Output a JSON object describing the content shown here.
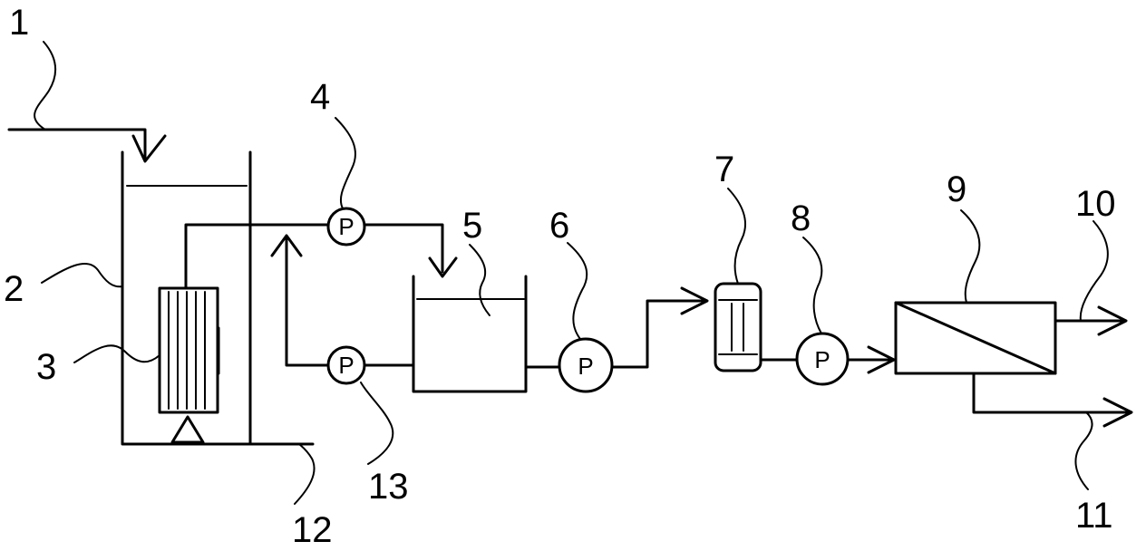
{
  "diagram": {
    "pump_symbol": "P",
    "labels": {
      "n1": "1",
      "n2": "2",
      "n3": "3",
      "n4": "4",
      "n5": "5",
      "n6": "6",
      "n7": "7",
      "n8": "8",
      "n9": "9",
      "n10": "10",
      "n11": "11",
      "n12": "12",
      "n13": "13"
    }
  }
}
